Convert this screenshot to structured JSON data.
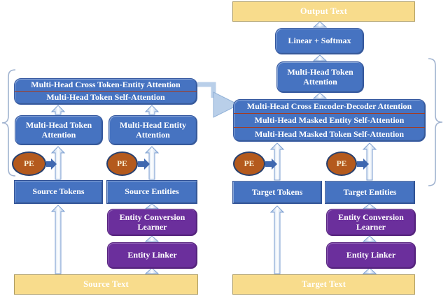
{
  "encoder": {
    "cross_attention": "Multi-Head Cross Token-Entity Attention",
    "self_attention": "Multi-Head Token Self-Attention",
    "token_attention": "Multi-Head Token Attention",
    "entity_attention": "Multi-Head Entity Attention",
    "pe_token": "PE",
    "pe_entity": "PE",
    "tokens": "Source Tokens",
    "entities": "Source Entities",
    "conversion_learner": "Entity Conversion Learner",
    "entity_linker": "Entity Linker",
    "input_text": "Source Text"
  },
  "decoder": {
    "output_text": "Output Text",
    "linear_softmax": "Linear + Softmax",
    "token_attention": "Multi-Head Token Attention",
    "cross_attention": "Multi-Head Cross Encoder-Decoder Attention",
    "masked_entity_attention": "Multi-Head Masked Entity Self-Attention",
    "masked_token_attention": "Multi-Head Masked Token Self-Attention",
    "pe_token": "PE",
    "pe_entity": "PE",
    "tokens": "Target Tokens",
    "entities": "Target Entities",
    "conversion_learner": "Entity Conversion Learner",
    "entity_linker": "Entity Linker",
    "input_text": "Target Text"
  },
  "icons": {
    "left_brace": "{",
    "right_brace": "}"
  },
  "colors": {
    "box_blue": "#4673c1",
    "box_purple": "#6b2f9c",
    "box_yellow": "#f8dc8c",
    "pe_orange": "#b45a1d",
    "pe_border": "#27406e",
    "separator_red": "#a43c21",
    "arrow_outline": "#7d9fd1",
    "dark_arrow_blue": "#3f68b0",
    "elbow_arrow_blue": "#b9cfe9",
    "brace_blue": "#9fb2cf",
    "text_white": "#ffffff"
  }
}
